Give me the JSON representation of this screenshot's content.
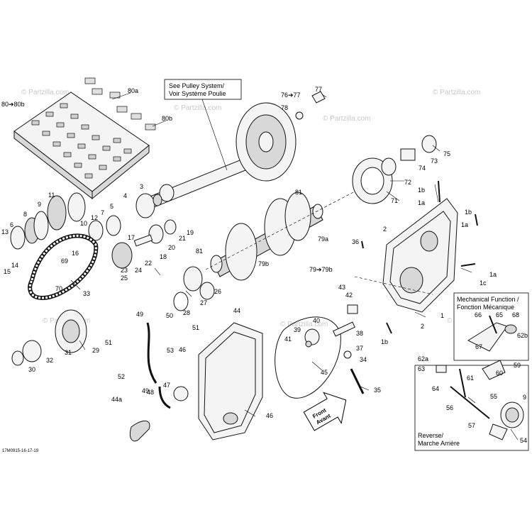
{
  "callouts": {
    "pulley": [
      "See Pulley System/",
      "Voir Système Poulie"
    ],
    "mechanical": [
      "Mechanical Function /",
      "Fonction Mécanique"
    ],
    "reverse": [
      "Reverse/",
      "Marche Arrière"
    ]
  },
  "front_arrow": [
    "Front",
    "Avant"
  ],
  "diagram_code": "17M0915-16-17-19",
  "watermark": "© Partzilla.com",
  "labels": {
    "p80_80b": "80➔80b",
    "p80a": "80a",
    "p80b": "80b",
    "p76_77": "76➔77",
    "p77": "77",
    "p78": "78",
    "p75": "75",
    "p73": "73",
    "p74": "74",
    "p72": "72",
    "p71": "71",
    "p81a": "81",
    "p1b_a": "1b",
    "p1a_a": "1a",
    "p1b_b": "1b",
    "p1a_b": "1a",
    "p11": "11",
    "p10": "10",
    "p9": "9",
    "p8": "8",
    "p6": "6",
    "p13": "13",
    "p3": "3",
    "p4": "4",
    "p5": "5",
    "p7": "7",
    "p12": "12",
    "p19": "19",
    "p21": "21",
    "p20": "20",
    "p17": "17",
    "p18": "18",
    "p22": "22",
    "p16": "16",
    "p69": "69",
    "p23": "23",
    "p24": "24",
    "p25": "25",
    "p14": "14",
    "p15": "15",
    "p70": "70",
    "p33": "33",
    "p2a": "2",
    "p36": "36",
    "p79a": "79a",
    "p81b": "81",
    "p79b": "79b",
    "p79_79b": "79➔79b",
    "p1a_c": "1a",
    "p1c": "1c",
    "p1": "1",
    "p26": "26",
    "p27": "27",
    "p28": "28",
    "p49a": "49",
    "p50": "50",
    "p51a": "51",
    "p51b": "51",
    "p43": "43",
    "p42": "42",
    "p44": "44",
    "p40": "40",
    "p39": "39",
    "p41": "41",
    "p38": "38",
    "p37": "37",
    "p34": "34",
    "p35": "35",
    "p45": "45",
    "p2b": "2",
    "p1b_c": "1b",
    "p29": "29",
    "p31": "31",
    "p32": "32",
    "p30": "30",
    "p53": "53",
    "p46a": "46",
    "p47": "47",
    "p52": "52",
    "p49b": "49",
    "p48": "48",
    "p44a": "44a",
    "p46b": "46",
    "p66": "66",
    "p65": "65",
    "p68": "68",
    "p62b": "62b",
    "p67": "67",
    "p62a": "62a",
    "p63": "63",
    "p61": "61",
    "p64": "64",
    "p60": "60",
    "p59": "59",
    "p55": "55",
    "p56": "56",
    "p9b": "9",
    "p57": "57",
    "p54": "54"
  }
}
